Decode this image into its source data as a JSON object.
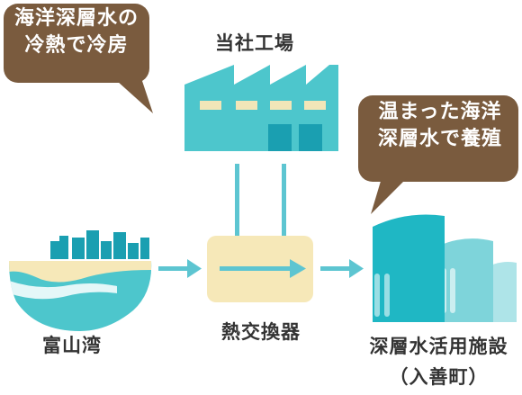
{
  "bubbles": {
    "cooling": [
      "海洋深層水の",
      "冷熱で冷房"
    ],
    "aquaculture": [
      "温まった海洋",
      "深層水で養殖"
    ]
  },
  "labels": {
    "factory": "当社工場",
    "bay": "富山湾",
    "heat_exchanger": "熱交換器",
    "facility_line1": "深層水活用施設",
    "facility_line2": "（入善町）"
  },
  "colors": {
    "bubble": "#7a5b3e",
    "teal": "#4dc6cc",
    "teal_dark": "#1a9fb1",
    "window": "#f2e6b8",
    "hx_box": "#f6e8b8",
    "arrow": "#5dc5d1"
  }
}
